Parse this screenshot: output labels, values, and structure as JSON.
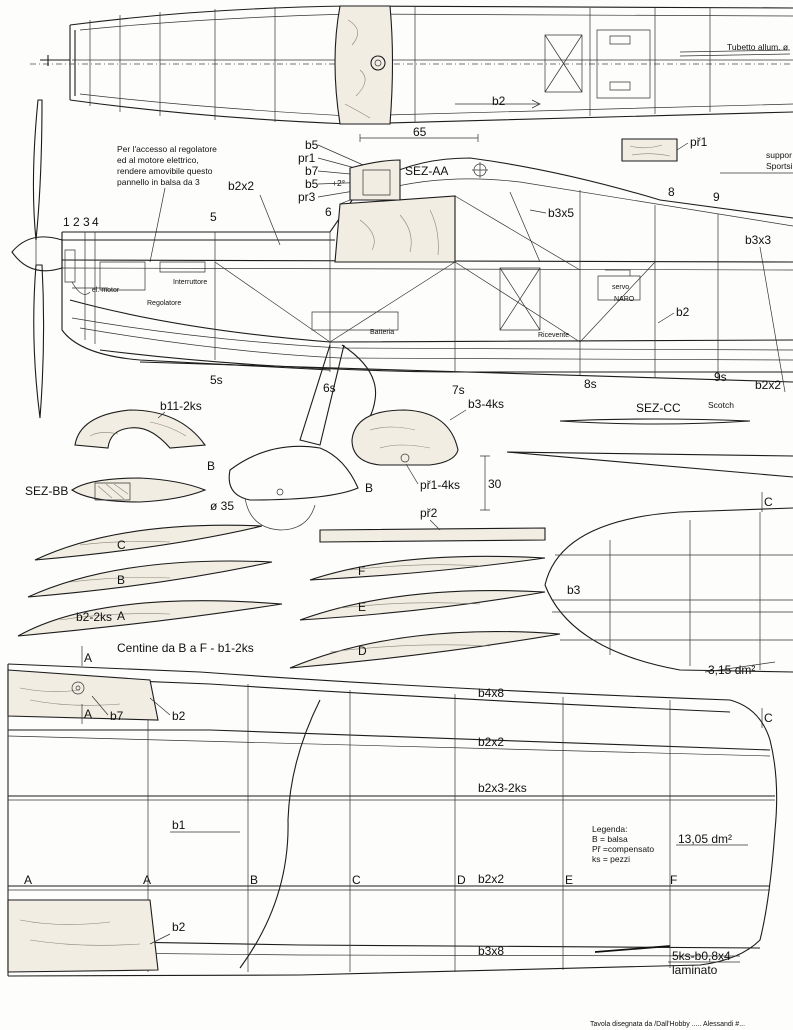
{
  "fuselage_top": {
    "tubetto": "Tubetto allum. ø",
    "b2": "b2"
  },
  "access_note": [
    "Per l'accesso al regolatore",
    "ed al motore elettrico,",
    "rendere amovibile questo",
    "pannello in balsa da 3"
  ],
  "dims": {
    "d65": "65",
    "d30": "30",
    "d35": "ø 35",
    "plus2": "+2°"
  },
  "stack_labels": [
    "b5",
    "pr1",
    "b7",
    "b5",
    "pr3"
  ],
  "section_aa": "SEZ-AA",
  "section_bb": "SEZ-BB",
  "section_cc": "SEZ-CC",
  "scotch": "Scotch",
  "support_text": [
    "suppor",
    "Sportsi"
  ],
  "pr1_label": "př1",
  "pr2_label": "př2",
  "pr1_4ks": "př1-4ks",
  "former_nums": [
    "1",
    "2",
    "3",
    "4",
    "5",
    "6"
  ],
  "station_labels": [
    "8",
    "9",
    "5s",
    "6s",
    "7s",
    "8s",
    "9s"
  ],
  "side_labels": {
    "b2x2_top": "b2x2",
    "b3x5": "b3x5",
    "b3x3": "b3x3",
    "b2": "b2",
    "b2x2_tail": "b2x2"
  },
  "equipment": {
    "el_motor": "el. motor",
    "interruttore": "Interruttore",
    "regolatore": "Regolatore",
    "batteria": "Batteria",
    "ricevente": "Ricevente",
    "servo": "servo",
    "naro": "NARO"
  },
  "parts": {
    "b11": "b11-2ks",
    "b3_4ks": "b3-4ks",
    "b2_2ks": "b2-2ks",
    "b3": "b3",
    "b7": "b7"
  },
  "rib_letters": [
    "C",
    "B",
    "A",
    "F",
    "E",
    "D"
  ],
  "centine": "Centine da B a F  - b1-2ks",
  "wing_labels": {
    "b4x8": "b4x8",
    "b2x2": "b2x2",
    "b2x3": "b2x3-2ks",
    "b1": "b1",
    "b2x2_b": "b2x2",
    "b3x8": "b3x8",
    "b2_root": "b2",
    "b2_low": "b2",
    "lam1": "5ks-b0,8x4",
    "lam2": "laminato"
  },
  "wing_stations": [
    "A",
    "A",
    "B",
    "C",
    "D",
    "E",
    "F"
  ],
  "section_markers": [
    "A",
    "A",
    "C",
    "C",
    "B",
    "B"
  ],
  "areas": {
    "tail": "3,15 dm²",
    "wing": "13,05 dm²"
  },
  "legend": [
    "Legenda:",
    "B = balsa",
    "Př =compensato",
    "ks = pezzi"
  ],
  "footer": "Tavola disegnata da  /Dall'Hobby ..... Alessandi #..."
}
